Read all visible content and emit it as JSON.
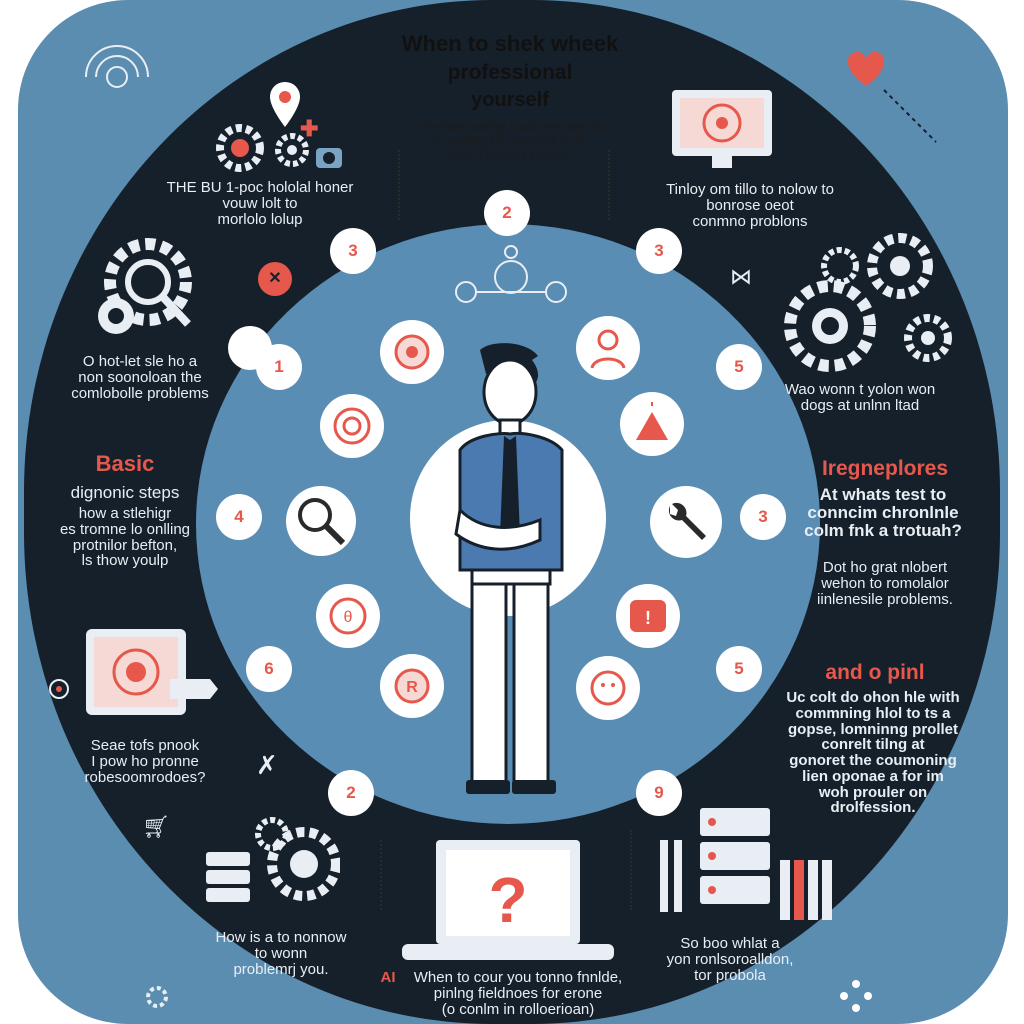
{
  "header": {
    "title": "When to shek wheek",
    "subtitle1": "professional",
    "subtitle2": "yourself",
    "desc": [
      "The han bolting rood tenmono fo",
      "to butling tio ponvself fo to",
      "ossin nuoloed kuasne."
    ]
  },
  "badges": [
    "2",
    "3",
    "3",
    "1",
    "5",
    "4",
    "3",
    "6",
    "5",
    "2",
    "9"
  ],
  "left": {
    "block1": [
      "THE BU 1-poc hololal honer",
      "vouw lolt to",
      "morlolo lolup"
    ],
    "block2": [
      "O hot-let sle ho a",
      "non soonoloan the",
      "comlobolle problems"
    ],
    "basics_title": "Basic",
    "basics_sub": "dignonic steps",
    "basics_body": [
      "how a stlehigr",
      "es tromne lo onlling",
      "protnilor befton,",
      "ls thow youlp"
    ],
    "block4": [
      "Seae tofs pnook",
      "I pow ho pronne",
      "robesoomrodoes?"
    ]
  },
  "right": {
    "block1": [
      "Tinloy om tillo to nolow to",
      "bonrose oeot",
      "conmno problons"
    ],
    "block2": [
      "Wao wonn t yolon won",
      "dogs at unlnn ltad"
    ],
    "irreg_title": "Iregneplores",
    "irreg_body": [
      "At whats test to",
      "conncim chronlnle",
      "colm fnk a trotuah?"
    ],
    "irreg_note": [
      "Dot ho grat nlobert",
      "wehon to romolalor",
      "iinlenesile problems."
    ],
    "and_title": "and o pinl",
    "and_body": [
      "Uc colt do ohon hle with",
      "commning hlol to ts a",
      "gopse, lomninng prollet",
      "conrelt tilng at",
      "gonoret the coumoning",
      "lien oponae a for im",
      "woh prouler on",
      "drolfession."
    ],
    "bottom_note": [
      "So boo whlat a",
      "yon ronlsoroalldon,",
      "tor probola"
    ]
  },
  "bottom": {
    "left_note": [
      "How is a to nonnow",
      "to wonn",
      "problemrj you."
    ],
    "mark": "AI",
    "center_note": [
      "When to cour you tonno fnnlde,",
      "pinlng fieldnoes for erone",
      "(o conlm in rolloerioan)"
    ]
  },
  "icons": [
    "heart-icon",
    "gear-icon",
    "map-pin-icon",
    "monitor-icon",
    "magnifier-icon",
    "question-icon",
    "wrench-icon",
    "tablet-icon",
    "server-icon",
    "person-icon"
  ],
  "colors": {
    "accent": "#e6584c",
    "navy": "#16202b",
    "blue": "#5a8db4",
    "frame": "#5b8db1"
  }
}
